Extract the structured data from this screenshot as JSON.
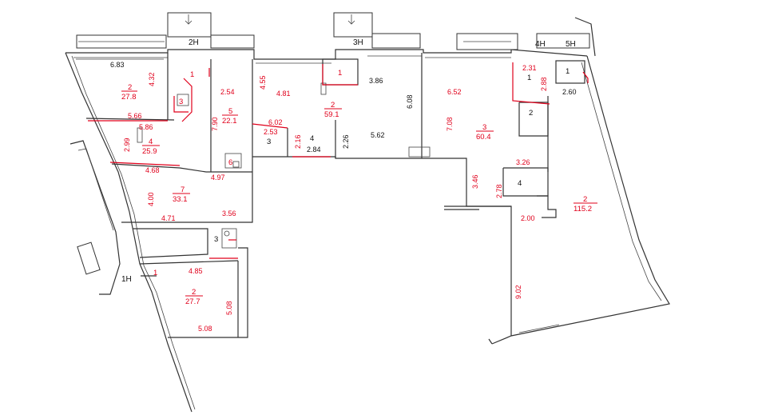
{
  "colors": {
    "walls": "#333333",
    "red_marks": "#e0001b",
    "black_text": "#111111",
    "background": "#ffffff"
  },
  "entrances": {
    "e1": "1H",
    "e2": "2H",
    "e3": "3H",
    "e4": "4H",
    "e5": "5H"
  },
  "black_dimensions": {
    "d683": "6.83",
    "d386": "3.86",
    "d608": "6.08",
    "d226": "2.26",
    "d562": "5.62",
    "d284": "2.84",
    "d260": "2.60"
  },
  "rooms": {
    "s1_2": {
      "num": "2",
      "area": "27.8"
    },
    "s1_4": {
      "num": "4",
      "area": "25.9"
    },
    "s1_5": {
      "num": "5",
      "area": "22.1"
    },
    "s1_7": {
      "num": "7",
      "area": "33.1"
    },
    "s1_1": {
      "num": "1"
    },
    "s1_6": {
      "num": "6"
    },
    "s1_3": {
      "num": "3"
    },
    "s2_2": {
      "num": "2",
      "area": "59.1"
    },
    "s2_1": {
      "num": "1"
    },
    "s2_3": {
      "num": "3"
    },
    "s2_4": {
      "num": "4"
    },
    "s3_3": {
      "num": "3",
      "area": "60.4"
    },
    "s3_1": {
      "num": "1"
    },
    "s3_2": {
      "num": "2"
    },
    "s3_4": {
      "num": "4"
    },
    "s4_1": {
      "num": "1"
    },
    "s4_2": {
      "num": "2",
      "area": "115.2"
    },
    "s5_1": {
      "num": "1"
    },
    "s5_2": {
      "num": "2",
      "area": "27.7"
    },
    "s5_3": {
      "num": "3"
    }
  },
  "red_dimensions": {
    "r432": "4.32",
    "r566": "5.66",
    "r586": "5.86",
    "r299": "2.99",
    "r468": "4.68",
    "r254": "2.54",
    "r790": "7.90",
    "r497": "4.97",
    "r400": "4.00",
    "r471": "4.71",
    "r356": "3.56",
    "r455": "4.55",
    "r481": "4.81",
    "r602": "6.02",
    "r253": "2.53",
    "r216": "2.16",
    "r652": "6.52",
    "r708": "7.08",
    "r231": "2.31",
    "r288": "2.88",
    "r326": "3.26",
    "r346": "3.46",
    "r278": "2.78",
    "r200": "2.00",
    "r902": "9.02",
    "r485": "4.85",
    "r508v": "5.08",
    "r508h": "5.08"
  }
}
